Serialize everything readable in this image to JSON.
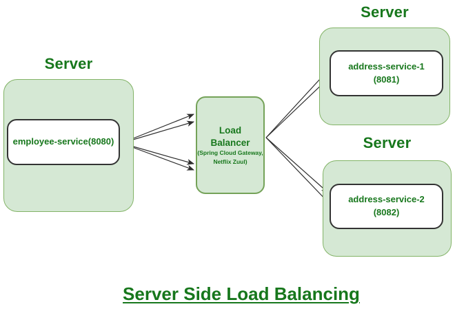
{
  "diagram": {
    "caption": "Server Side Load Balancing",
    "colors": {
      "server_fill": "#d5e8d4",
      "server_border": "#82b366",
      "text_green": "#17771c",
      "node_fill": "#ffffff",
      "node_border": "#333333",
      "arrow": "#2d2d2d"
    },
    "employee_server": {
      "title": "Server",
      "node_label": "employee-service(8080)"
    },
    "load_balancer": {
      "name_line1": "Load",
      "name_line2": "Balancer",
      "sub_line1": "(Spring Cloud Gateway,",
      "sub_line2": "Netflix Zuul)"
    },
    "address_server_1": {
      "title": "Server",
      "node_label_line1": "address-service-1",
      "node_label_line2": "(8081)"
    },
    "address_server_2": {
      "title": "Server",
      "node_label_line1": "address-service-2",
      "node_label_line2": "(8082)"
    }
  }
}
